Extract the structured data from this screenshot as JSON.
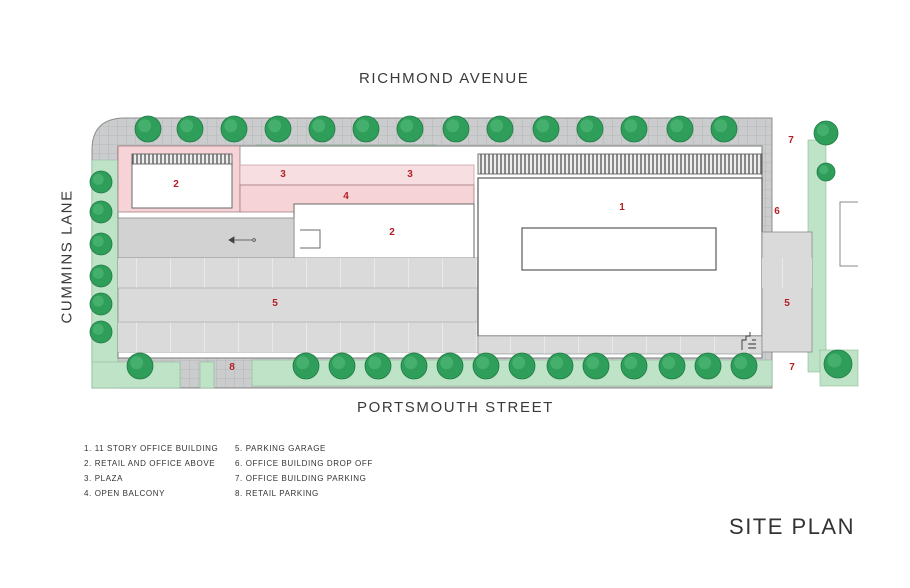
{
  "streets": {
    "north": "RICHMOND AVENUE",
    "south": "PORTSMOUTH STREET",
    "west": "CUMMINS LANE"
  },
  "zones": {
    "office_building": "1",
    "retail_office": "2",
    "plaza": "3",
    "open_balcony": "4",
    "parking_garage": "5",
    "drop_off": "6",
    "office_parking": "7",
    "retail_parking": "8"
  },
  "legend": {
    "col1": [
      "1.  11 STORY OFFICE BUILDING",
      "2.  RETAIL AND OFFICE ABOVE",
      "3.  PLAZA",
      "4.  OPEN BALCONY"
    ],
    "col2": [
      "5.  PARKING GARAGE",
      "6.  OFFICE BUILDING DROP OFF",
      "7.  OFFICE BUILDING PARKING",
      "8.  RETAIL PARKING"
    ]
  },
  "title": "SITE PLAN",
  "colors": {
    "label_red": "#b52025",
    "landscape_green": "#bfe3c6",
    "tree_green": "#2f9e5a",
    "paving_gray": "#c9cacb",
    "garage_gray": "#d9d9d9",
    "plaza_pink": "#f5d3d6"
  },
  "icons": [
    "tree-icon",
    "drop-off-arrow-icon",
    "stair-icon"
  ]
}
